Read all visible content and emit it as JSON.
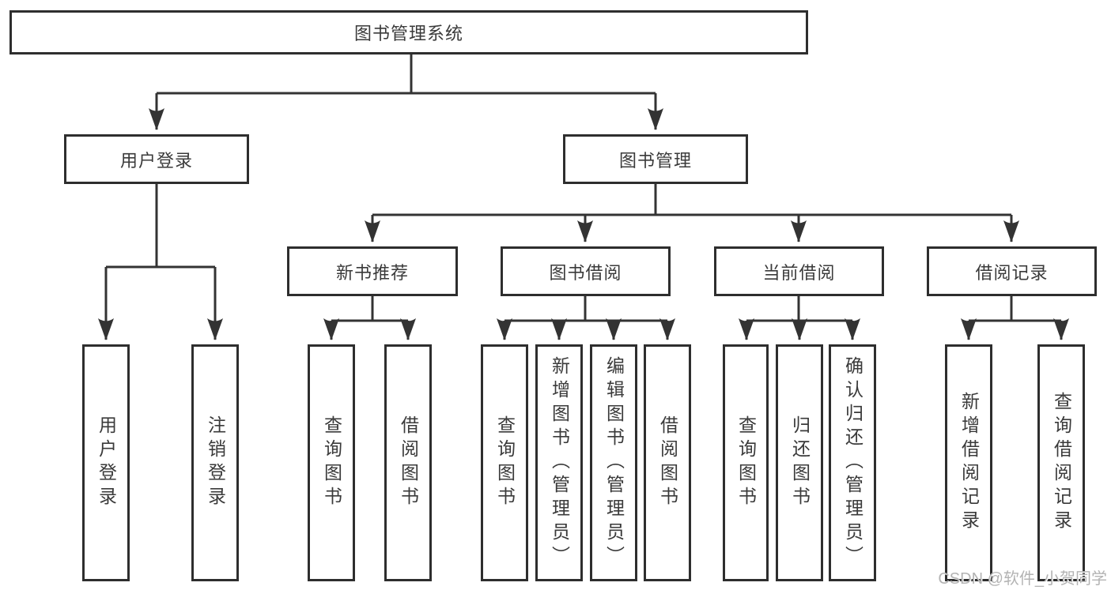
{
  "watermark": "CSDN @软件_小贺同学",
  "colors": {
    "line": "#333333",
    "box_border": "#2e2e2e",
    "text": "#3a3a3a",
    "background": "#ffffff",
    "watermark": "#b3b3b3"
  },
  "tree": {
    "label": "图书管理系统",
    "children": [
      {
        "label": "用户登录",
        "children": [
          {
            "label": "用户登录"
          },
          {
            "label": "注销登录"
          }
        ]
      },
      {
        "label": "图书管理",
        "children": [
          {
            "label": "新书推荐",
            "children": [
              {
                "label": "查询图书"
              },
              {
                "label": "借阅图书"
              }
            ]
          },
          {
            "label": "图书借阅",
            "children": [
              {
                "label": "查询图书"
              },
              {
                "label": "新增图书（管理员）"
              },
              {
                "label": "编辑图书（管理员）"
              },
              {
                "label": "借阅图书"
              }
            ]
          },
          {
            "label": "当前借阅",
            "children": [
              {
                "label": "查询图书"
              },
              {
                "label": "归还图书"
              },
              {
                "label": "确认归还（管理员）"
              }
            ]
          },
          {
            "label": "借阅记录",
            "children": [
              {
                "label": "新增借阅记录"
              },
              {
                "label": "查询借阅记录"
              }
            ]
          }
        ]
      }
    ]
  }
}
